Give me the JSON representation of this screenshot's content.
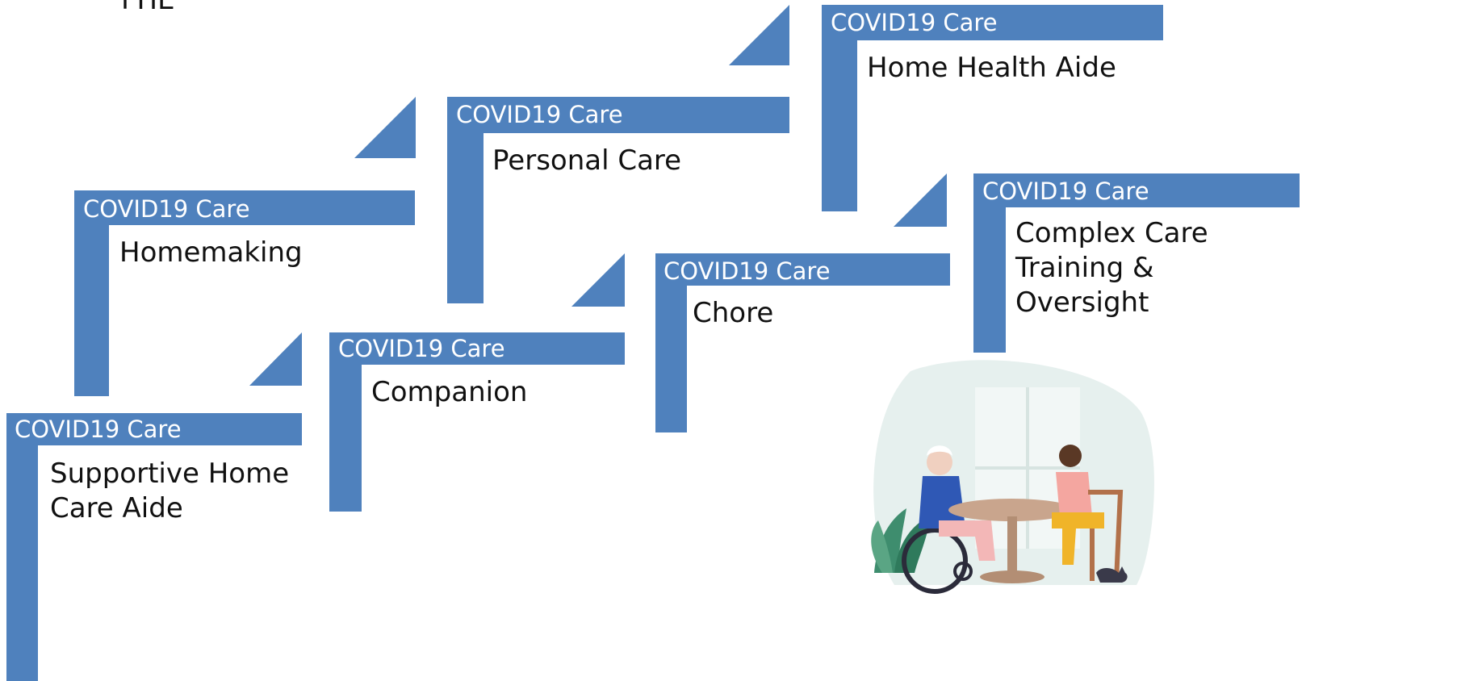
{
  "top_fragment": "FHE",
  "steps": [
    {
      "header": "COVID19 Care",
      "label": "Supportive Home Care Aide"
    },
    {
      "header": "COVID19 Care",
      "label": "Homemaking"
    },
    {
      "header": "COVID19 Care",
      "label": "Companion"
    },
    {
      "header": "COVID19 Care",
      "label": "Personal Care"
    },
    {
      "header": "COVID19 Care",
      "label": "Chore"
    },
    {
      "header": "COVID19 Care",
      "label": "Home Health Aide"
    },
    {
      "header": "COVID19 Care",
      "label": "Complex Care Training & Oversight"
    }
  ],
  "colors": {
    "accent": "#4f81bd"
  },
  "illustration": "caregiver-playing-board-game-with-senior-in-wheelchair"
}
